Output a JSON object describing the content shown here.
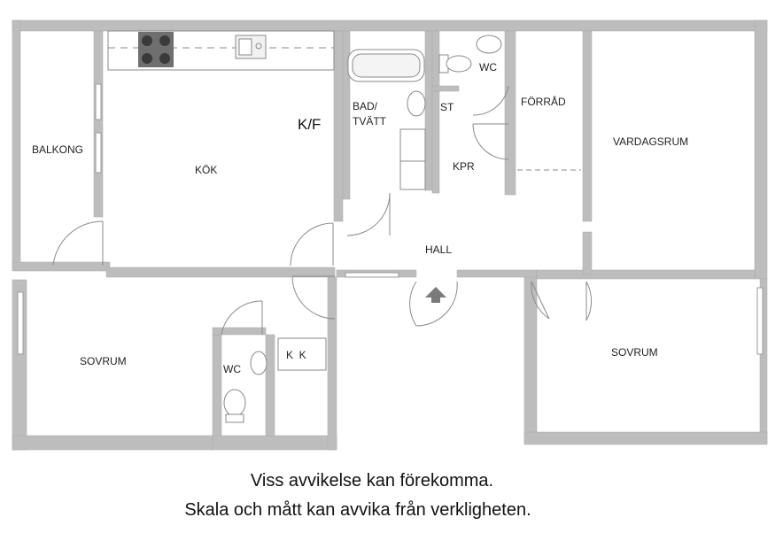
{
  "rooms": {
    "balkong": "BALKONG",
    "kok": "KÖK",
    "kf": "K/F",
    "bad": "BAD/",
    "tvatt": "TVÄTT",
    "st": "ST",
    "wc_top": "WC",
    "forrad": "FÖRRÅD",
    "vardagsrum": "VARDAGSRUM",
    "kpr": "KPR",
    "hall": "HALL",
    "sovrum_left": "SOVRUM",
    "wc_bottom": "WC",
    "kk": "K  K",
    "sovrum_right": "SOVRUM"
  },
  "disclaimer": {
    "line1": "Viss avvikelse kan förekomma.",
    "line2": "Skala och mått kan avvika från verkligheten."
  },
  "colors": {
    "wall": "#bdbdbd",
    "wall_edge": "#9a9a9a",
    "fixture": "#8a8a8a",
    "floor": "#ffffff"
  }
}
